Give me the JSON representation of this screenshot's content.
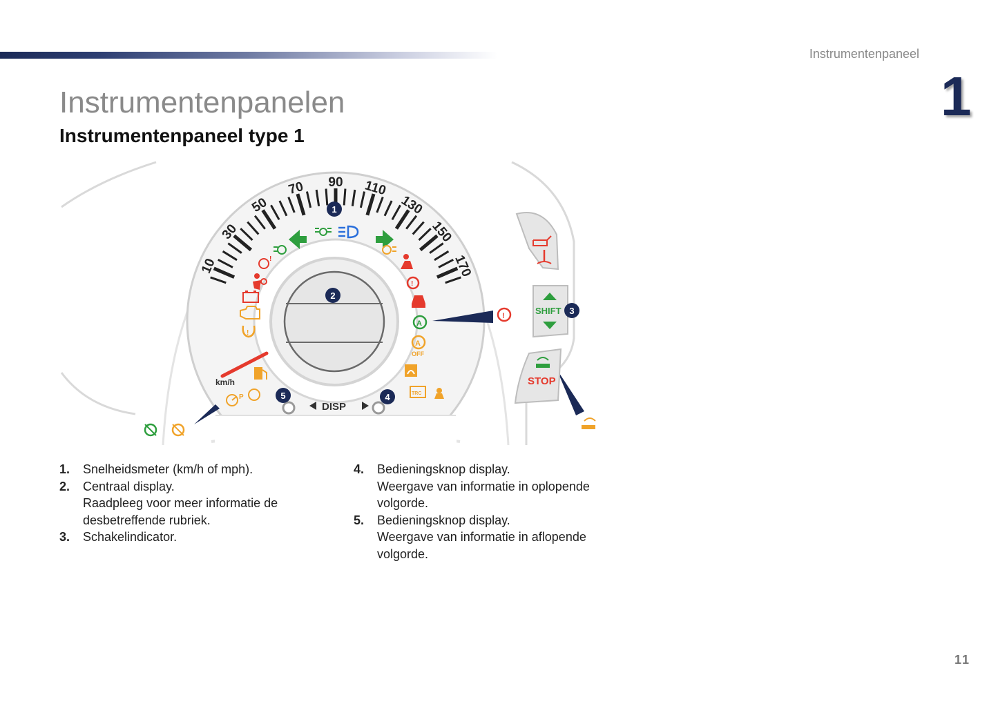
{
  "header": {
    "section_label": "Instrumentenpaneel",
    "chapter_number": "1"
  },
  "title": "Instrumentenpanelen",
  "subtitle": "Instrumentenpaneel type 1",
  "figure": {
    "speed_labels": [
      "10",
      "30",
      "50",
      "70",
      "90",
      "110",
      "130",
      "150",
      "170"
    ],
    "unit_label": "km/h",
    "disp_label": "DISP",
    "shift_label": "SHIFT",
    "stop_label": "STOP",
    "callouts": [
      "1",
      "2",
      "3",
      "4",
      "5"
    ],
    "colors": {
      "navy": "#1b2a57",
      "warning_red": "#e53a2d",
      "indicator_green": "#2e9e3e",
      "amber": "#f0a32a"
    }
  },
  "legend": {
    "col1": [
      {
        "num": "1.",
        "lines": [
          "Snelheidsmeter (km/h of mph)."
        ]
      },
      {
        "num": "2.",
        "lines": [
          "Centraal display.",
          "Raadpleeg voor meer informatie de",
          "desbetreffende rubriek."
        ]
      },
      {
        "num": "3.",
        "lines": [
          "Schakelindicator."
        ]
      }
    ],
    "col2": [
      {
        "num": "4.",
        "lines": [
          "Bedieningsknop display.",
          "Weergave van informatie in oplopende",
          "volgorde."
        ]
      },
      {
        "num": "5.",
        "lines": [
          "Bedieningsknop display.",
          "Weergave van informatie in aflopende",
          "volgorde."
        ]
      }
    ]
  },
  "page_number": "11"
}
